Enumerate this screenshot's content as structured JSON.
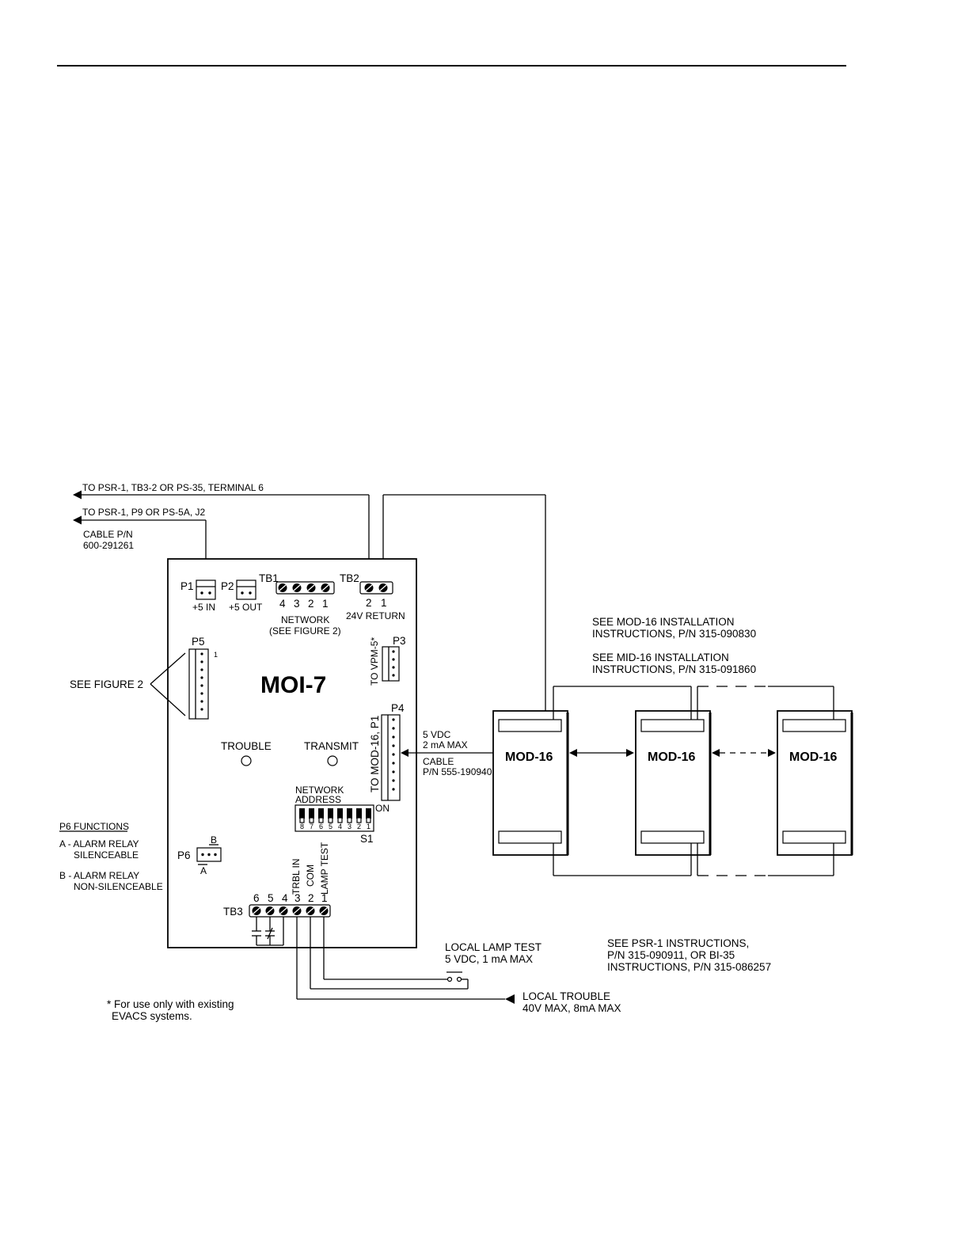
{
  "to_psr1_tb3": "TO PSR-1, TB3-2 OR PS-35, TERMINAL 6",
  "to_psr1_p9": "TO PSR-1, P9 OR PS-5A, J2",
  "cable_pn_1": "CABLE P/N",
  "cable_pn_1_num": "600-291261",
  "p1": "P1",
  "p1_sub": "+5 IN",
  "p2": "P2",
  "p2_sub": "+5 OUT",
  "tb1": "TB1",
  "tb1_nums": [
    "4",
    "3",
    "2",
    "1"
  ],
  "tb1_network": "NETWORK",
  "tb1_see": "(SEE FIGURE 2)",
  "tb2": "TB2",
  "tb2_nums": [
    "2",
    "1"
  ],
  "tb2_return": "24V RETURN",
  "p5": "P5",
  "p5_pin": "1",
  "see_figure_2": "SEE FIGURE 2",
  "p3": "P3",
  "to_vpm": "TO VPM-5*",
  "moi7": "MOI-7",
  "p4": "P4",
  "to_mod16_p1": "TO MOD-16, P1",
  "trouble": "TROUBLE",
  "transmit": "TRANSMIT",
  "p4_volt": "5 VDC",
  "p4_ma": "2 mA MAX",
  "cable_pn_2": "CABLE",
  "cable_pn_2_num": "P/N 555-190940",
  "network_address_1": "NETWORK",
  "network_address_2": "ADDRESS",
  "dip_on": "ON",
  "dip_nums": [
    "8",
    "7",
    "6",
    "5",
    "4",
    "3",
    "2",
    "1"
  ],
  "s1": "S1",
  "p6_functions": "P6 FUNCTIONS",
  "p6_a1": "A - ALARM RELAY",
  "p6_a2": "SILENCEABLE",
  "p6_b1": "B - ALARM RELAY",
  "p6_b2": "NON-SILENCEABLE",
  "p6": "P6",
  "p6_b": "B",
  "p6_a": "A",
  "trbl_in": "TRBL IN",
  "com": "COM",
  "lamp_test": "LAMP TEST",
  "tb3": "TB3",
  "tb3_nums": [
    "6",
    "5",
    "4",
    "3",
    "2",
    "1"
  ],
  "see_mod16_1": "SEE MOD-16 INSTALLATION",
  "see_mod16_2": "INSTRUCTIONS, P/N 315-090830",
  "see_mid16_1": "SEE MID-16 INSTALLATION",
  "see_mid16_2": "INSTRUCTIONS, P/N 315-091860",
  "mod16_labels": [
    "MOD-16",
    "MOD-16",
    "MOD-16"
  ],
  "lamp_test_label_1": "LOCAL LAMP TEST",
  "lamp_test_label_2": "5 VDC, 1 mA MAX",
  "see_psr1_1": "SEE PSR-1 INSTRUCTIONS,",
  "see_psr1_2": "P/N 315-090911, OR BI-35",
  "see_psr1_3": "INSTRUCTIONS, P/N 315-086257",
  "local_trouble_1": "LOCAL TROUBLE",
  "local_trouble_2": "40V MAX, 8mA MAX",
  "footnote_1": "* For use only with existing",
  "footnote_2": "EVACS systems."
}
